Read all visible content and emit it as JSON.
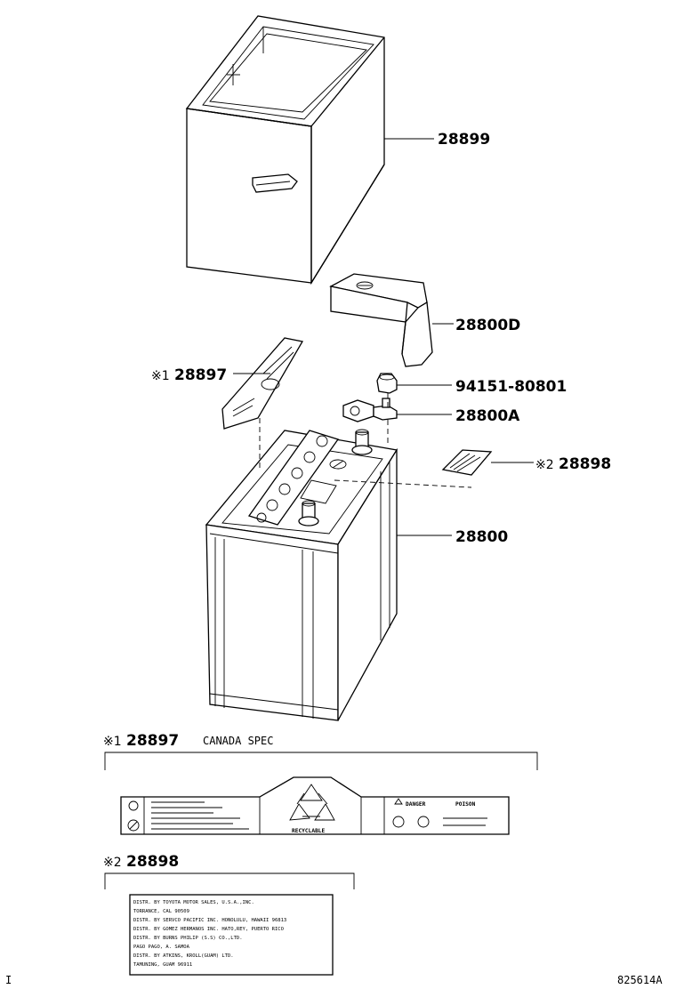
{
  "callouts": {
    "hold_down_frame": "28899",
    "terminal_cover": "28800D",
    "canada_label_mark": "※1",
    "canada_label": "28897",
    "bolt": "94151-80801",
    "terminal_clamp": "28800A",
    "distributor_label_mark": "※2",
    "distributor_label": "28898",
    "battery": "28800"
  },
  "detail_canada": {
    "mark": "※1",
    "part": "28897",
    "spec": "CANADA SPEC",
    "recycle_caption": "RECYCLABLE",
    "danger_word": "DANGER",
    "poison_word": "POISON"
  },
  "detail_distributor": {
    "mark": "※2",
    "part": "28898",
    "lines": [
      "DISTR. BY TOYOTA MOTOR SALES, U.S.A.,INC.",
      "  TORRANCE, CAL 90509",
      "DISTR. BY SERVCO PACIFIC INC. HONOLULU, HAWAII 96813",
      "DISTR. BY GOMEZ HERMANOS INC. HATO,REY, PUERTO RICO",
      "DISTR. BY BURNS PHILIP (S.S) CO.,LTD.",
      "  PAGO PAGO, A. SAMOA",
      "DISTR. BY ATKINS, KROLL(GUAM) LTD.",
      "  TAMUNING, GUAM 96911"
    ]
  },
  "footer": {
    "left_mark": "I",
    "code": "825614A"
  }
}
